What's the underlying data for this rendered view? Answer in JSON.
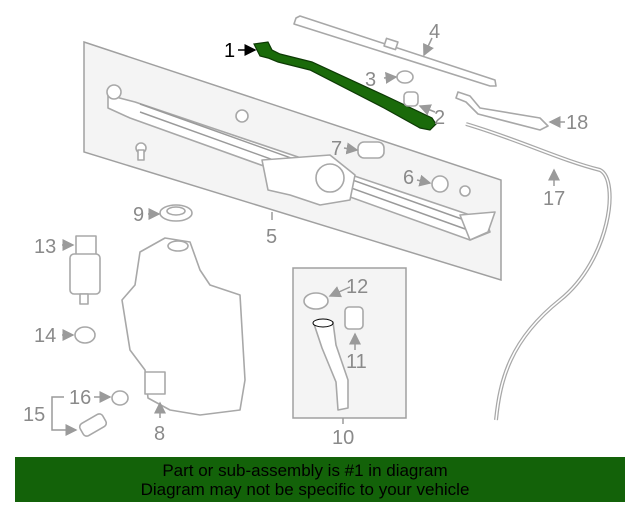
{
  "diagram": {
    "callouts": {
      "c1": "1",
      "c2": "2",
      "c3": "3",
      "c4": "4",
      "c5": "5",
      "c6": "6",
      "c7": "7",
      "c8": "8",
      "c9": "9",
      "c10": "10",
      "c11": "11",
      "c12": "12",
      "c13": "13",
      "c14": "14",
      "c15": "15",
      "c16": "16",
      "c17": "17",
      "c18": "18"
    },
    "highlight_color": "#1a6a0a"
  },
  "banner": {
    "line1": "Part or sub-assembly is #1 in diagram",
    "line2": "Diagram may not be specific to your vehicle",
    "color": "#136209"
  }
}
